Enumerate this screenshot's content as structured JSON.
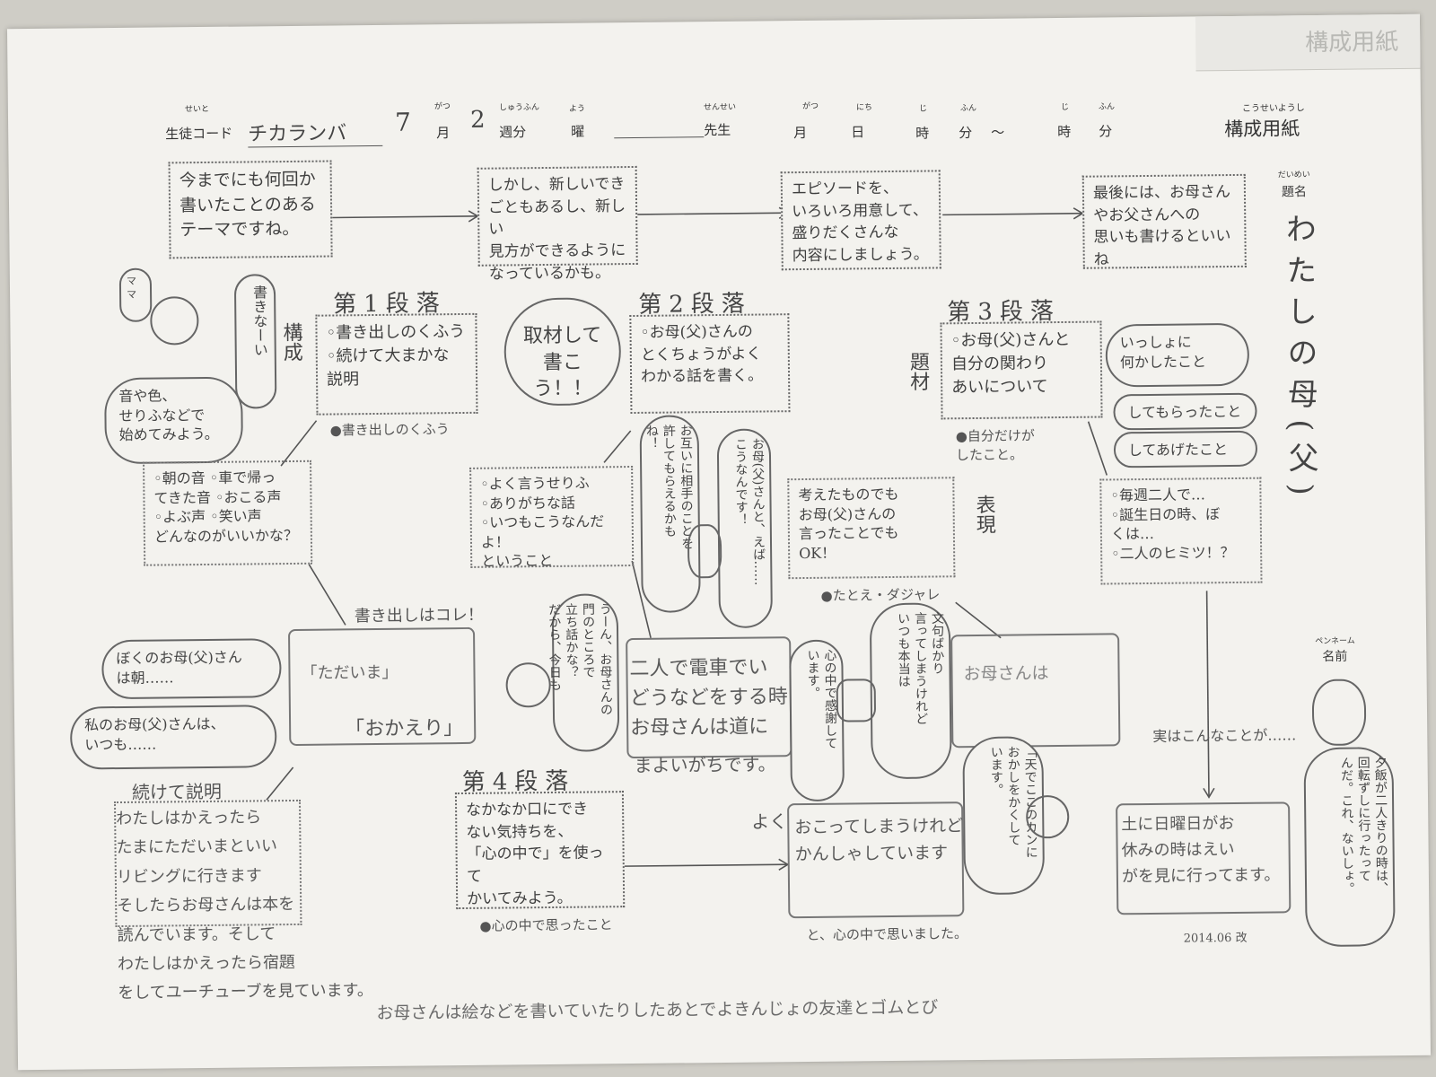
{
  "header": {
    "student_code_ruby": "せいと",
    "student_code_label": "生徒コード",
    "student_name": "チカランバ",
    "month_value": "7",
    "month_ruby": "がつ",
    "month_label": "月",
    "week_value": "2",
    "week_ruby": "しゅうふん",
    "week_label": "週分",
    "day_ruby": "よう",
    "day_label": "曜",
    "teacher_ruby": "せんせい",
    "teacher_label": "先生",
    "date_month_ruby": "がつ",
    "date_month_label": "月",
    "date_day_ruby": "にち",
    "date_day_label": "日",
    "hour_ruby": "じ",
    "hour_label": "時",
    "minute_ruby": "ふん",
    "minute_label": "分",
    "tilde": "〜",
    "end_hour_ruby": "じ",
    "end_hour_label": "時",
    "end_minute_ruby": "ふん",
    "end_minute_label": "分",
    "form_ruby": "こうせいようし",
    "form_title": "構成用紙",
    "corner_text": "構成用紙"
  },
  "title_area": {
    "ruby": "だいめい",
    "label": "題名",
    "title": "わたしの母(父)"
  },
  "top_flow": [
    "今までにも何回か\n書いたことのある\nテーマですね。",
    "しかし、新しいでき\nごともあるし、新しい\n見方ができるように\nなっているかも。",
    "エピソードを、\nいろいろ用意して、\n盛りだくさんな\n内容にしましょう。",
    "最後には、お母さん\nやお父さんへの\n思いも書けるといいね"
  ],
  "para1": {
    "heading": "第1段落",
    "box": "◦書き出しのくふう\n◦続けて大まかな\n説明",
    "note": "●書き出しのくふう",
    "side_label": "構成",
    "sounds_box": "◦朝の音 ◦車で帰っ\nてきた音 ◦おこる声\n◦よぶ声 ◦笑い声\nどんなのがいいかな？",
    "start_label": "書き出しはコレ！",
    "answer_line1": "「ただいま」",
    "answer_line2": "「おかえり」",
    "continue_label": "続けて説明",
    "continue_answer": "わたしはかえったら\nたまにただいまといい\nリビングに行きます\nそしたらお母さんは本を\n読んでいます。そして\nわたしはかえったら宿題\nをしてユーチューブを見ています。",
    "bear_bubble": "ママ",
    "bear_cloud": "音や色、\nせりふなどで\n始めてみよう。",
    "speech_bubble": "書きなーい",
    "bubble_boku": "ぼくのお母(父)さん\nは朝……",
    "bubble_watashi": "私のお母(父)さんは、\nいつも……"
  },
  "para2": {
    "heading": "第2段落",
    "box": "◦お母(父)さんの\nとくちょうがよく\nわかる話を書く。",
    "cloud": "取材して\n書こう！！",
    "sub_box": "◦よく言うせりふ\n◦ありがちな話\n◦いつもこうなんだよ！\nということ",
    "rabbit_bubble1": "お互いに相手のことを\n許してもらえるかも\nね！",
    "rabbit_bubble2": "お母(父)さんと、えば……\nこうなんです！",
    "frog_bubble": "うーん、お母さんの\n門のところで\n立ち話かな？\nだから、今日も",
    "answer": "二人で電車でい\nどうなどをする時\nお母さんは道に",
    "answer_tail": "まよいがちです。"
  },
  "para3": {
    "heading": "第3段落",
    "box": "◦お母(父)さんと\n自分の関わり\nあいについて",
    "side_label": "題材",
    "note": "●自分だけが\nしたこと。",
    "cloud1": "いっしょに\n何かしたこと",
    "cloud2": "してもらったこと",
    "cloud3": "してあげたこと",
    "expr_label": "表現",
    "think_box": "考えたものでも\nお母(父)さんの\n言ったことでも\nOK！",
    "note2": "●たとえ・ダジャレ",
    "cat_bubble1": "文句ばかり\n言ってしまうけれど\nいつも本当は",
    "cat_bubble2": "心の中で感謝して\nいます。",
    "answer": "お母さんは",
    "weekly_box": "◦毎週二人で…\n◦誕生日の時、ぼ\nくは…\n◦二人のヒミツ！？"
  },
  "para4": {
    "heading": "第4段落",
    "box": "なかなか口にでき\nない気持ちを、\n「心の中で」を使って\nかいてみよう。",
    "note": "●心の中で思ったこと",
    "prefix": "よく",
    "answer": "おこってしまうけれど\nかんしゃしています",
    "frog_bubble": "「天でここのカンに\nおかしをかくして\nいます。",
    "closing": "と、心の中で思いました。"
  },
  "ending": {
    "label": "実はこんなことが……",
    "answer": "土に日曜日がお\n休みの時はえい\nがを見に行ってます。",
    "frog_bubble": "夕飯が二人きりの時は、\n回転ずしに行ったって\nんだ。これ、ないしょ。",
    "pen_ruby": "ペンネーム",
    "pen_label": "名前",
    "version": "2014.06 改"
  },
  "bottom_extra": "お母さんは絵などを書いていたりしたあとでよきんじょの友達とゴムとび"
}
